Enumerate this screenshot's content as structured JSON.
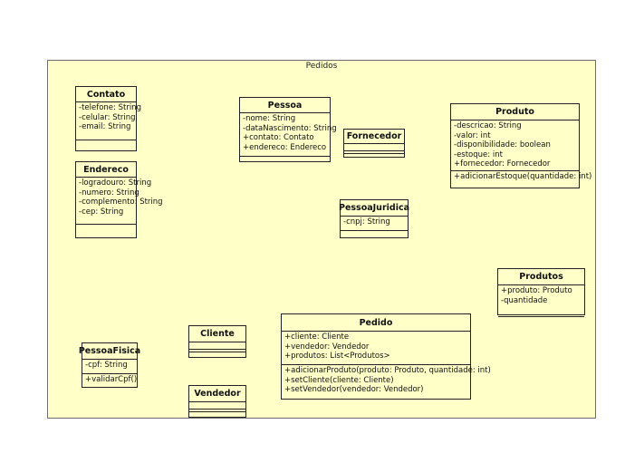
{
  "diagram": {
    "title": "Pedidos",
    "classes": [
      {
        "id": "contato",
        "name": "Contato",
        "attributes": [
          "-telefone: String",
          "-celular: String",
          "-email: String"
        ],
        "operations": []
      },
      {
        "id": "endereco",
        "name": "Endereco",
        "attributes": [
          "-logradouro: String",
          "-numero: String",
          "-complemento: String",
          "-cep: String"
        ],
        "operations": []
      },
      {
        "id": "pessoa",
        "name": "Pessoa",
        "attributes": [
          "-nome: String",
          "-dataNascimento: String",
          "+contato: Contato",
          "+endereco: Endereco"
        ],
        "operations": []
      },
      {
        "id": "fornecedor",
        "name": "Fornecedor",
        "attributes": [],
        "operations": []
      },
      {
        "id": "pessoajuridica",
        "name": "PessoaJuridica",
        "attributes": [
          "-cnpj: String"
        ],
        "operations": []
      },
      {
        "id": "produto",
        "name": "Produto",
        "attributes": [
          "-descricao: String",
          "-valor: int",
          "-disponibilidade: boolean",
          "-estoque: int",
          "+fornecedor: Fornecedor"
        ],
        "operations": [
          "+adicionarEstoque(quantidade: int)"
        ]
      },
      {
        "id": "produtos",
        "name": "Produtos",
        "attributes": [
          "+produto: Produto",
          "-quantidade"
        ],
        "operations": []
      },
      {
        "id": "pedido",
        "name": "Pedido",
        "attributes": [
          "+cliente: Cliente",
          "+vendedor: Vendedor",
          "+produtos: List<Produtos>"
        ],
        "operations": [
          "+adicionarProduto(produto: Produto, quantidade: int)",
          "+setCliente(cliente: Cliente)",
          "+setVendedor(vendedor: Vendedor)"
        ]
      },
      {
        "id": "cliente",
        "name": "Cliente",
        "attributes": [],
        "operations": []
      },
      {
        "id": "vendedor",
        "name": "Vendedor",
        "attributes": [],
        "operations": []
      },
      {
        "id": "pessoafisica",
        "name": "PessoaFisica",
        "attributes": [
          "-cpf: String"
        ],
        "operations": [
          "+validarCpf()"
        ]
      }
    ],
    "relations": [
      {
        "type": "association",
        "from": "contato",
        "to": "pessoa"
      },
      {
        "type": "association",
        "from": "endereco",
        "to": "pessoa"
      },
      {
        "type": "generalization",
        "from": "pessoafisica",
        "to": "pessoa"
      },
      {
        "type": "generalization",
        "from": "pessoajuridica",
        "to": "pessoa"
      },
      {
        "type": "generalization",
        "from": "fornecedor",
        "to": "pessoajuridica"
      },
      {
        "type": "association",
        "from": "fornecedor",
        "to": "produto"
      },
      {
        "type": "association",
        "from": "produto",
        "to": "produtos"
      },
      {
        "type": "association",
        "from": "produtos",
        "to": "pedido"
      },
      {
        "type": "association",
        "from": "cliente",
        "to": "pedido"
      },
      {
        "type": "association",
        "from": "vendedor",
        "to": "pedido"
      },
      {
        "type": "generalization",
        "from": "cliente",
        "to": "pessoafisica"
      },
      {
        "type": "generalization",
        "from": "vendedor",
        "to": "pessoafisica"
      }
    ]
  }
}
